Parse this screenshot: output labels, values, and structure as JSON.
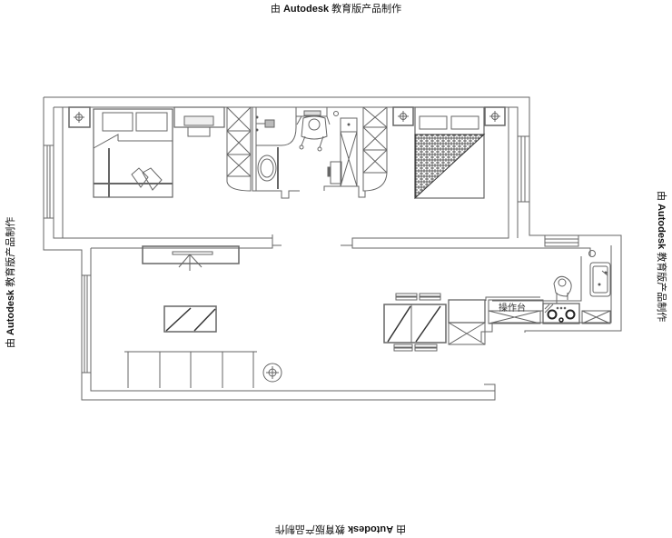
{
  "watermark": {
    "prefix": "由",
    "brand": "Autodesk",
    "suffix": "教育版产品制作",
    "full": "由 Autodesk 教育版产品制作"
  },
  "floorplan": {
    "rooms": [
      {
        "name": "bedroom-1",
        "furniture": [
          "double-bed",
          "pillows",
          "nightstand-lamp",
          "tv-desk",
          "wardrobe"
        ]
      },
      {
        "name": "bathroom",
        "furniture": [
          "washbasin",
          "shower-fixture"
        ]
      },
      {
        "name": "study-corridor",
        "furniture": [
          "desk-chair-with-person",
          "storage-cabinet"
        ]
      },
      {
        "name": "bedroom-2",
        "furniture": [
          "double-bed-hatched",
          "nightstand-lamp",
          "nightstand-lamp",
          "wardrobe"
        ]
      },
      {
        "name": "living-room",
        "furniture": [
          "tv-cabinet",
          "coffee-table",
          "sofa",
          "floor-lamp"
        ]
      },
      {
        "name": "kitchen-dining",
        "furniture": [
          "dining-table",
          "chairs",
          "fridge",
          "counter",
          "gas-stove",
          "sink",
          "person-cooking"
        ]
      }
    ],
    "labels": {
      "counter": "操作台"
    }
  },
  "colors": {
    "line": "#555555",
    "line_dark": "#333333",
    "background": "#ffffff"
  }
}
